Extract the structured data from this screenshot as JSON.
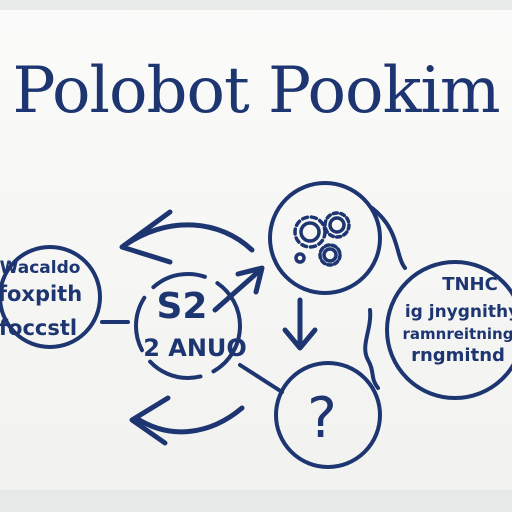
{
  "title": "Polobot Pookim",
  "nodes": {
    "left": {
      "lines": [
        "Wacaldo",
        "foxpith",
        "foccstl"
      ]
    },
    "center": {
      "line1": "S2",
      "line2": "2 ANUO"
    },
    "gear": {
      "icon": "gear-cluster-icon"
    },
    "question": {
      "symbol": "?"
    },
    "right": {
      "lines": [
        "TNHC",
        "ig jnygnithy",
        "ramnreitning",
        "rngmitnd"
      ]
    }
  },
  "colors": {
    "ink": "#1d3570",
    "background": "#f3f4f1"
  }
}
